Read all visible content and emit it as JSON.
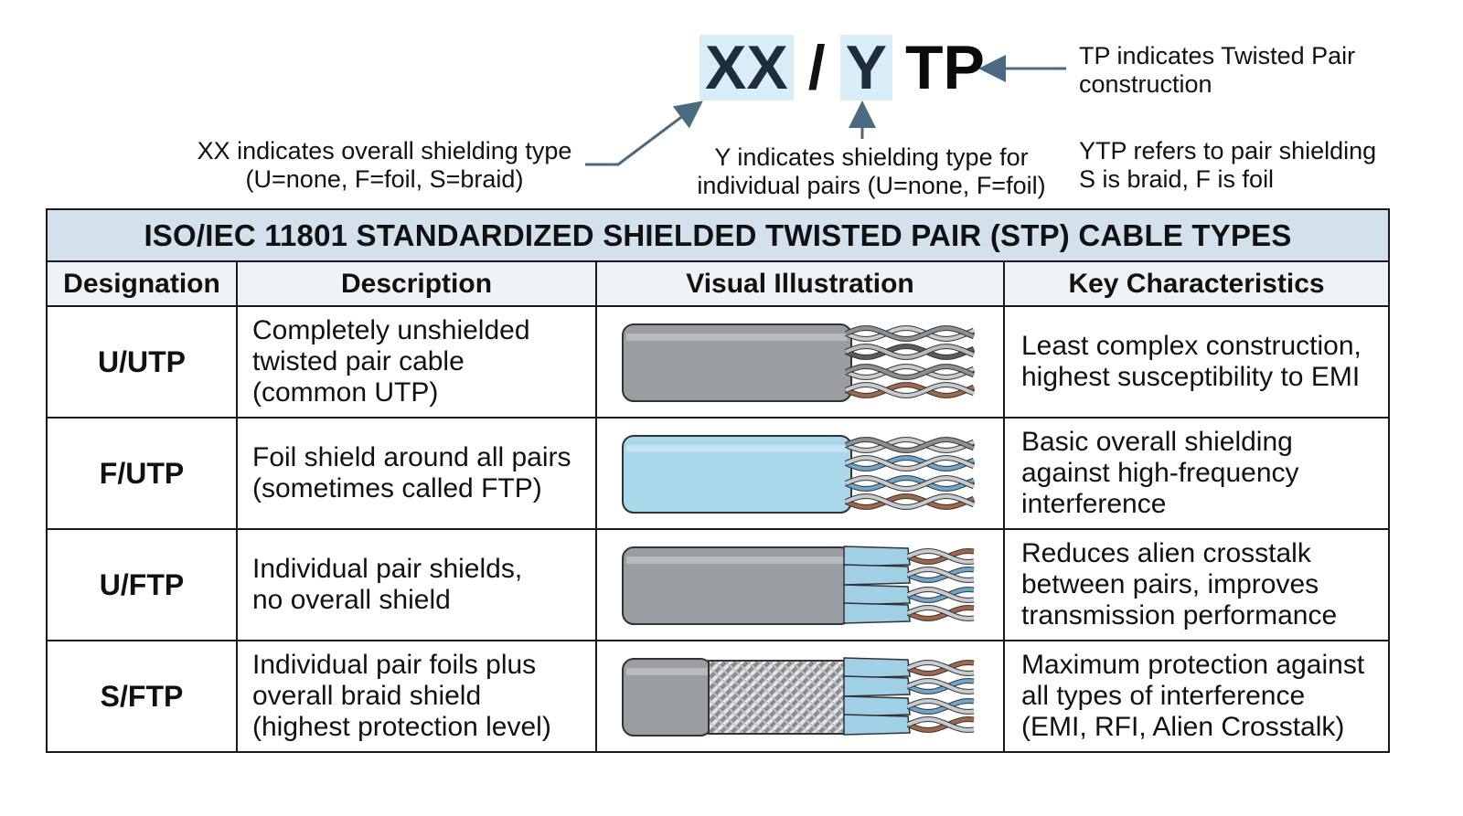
{
  "header": {
    "code_overall": "XX",
    "code_slash": "/",
    "code_pair": "Y",
    "code_tp": "TP",
    "annotations": {
      "tp": [
        "TP indicates Twisted Pair",
        "construction"
      ],
      "xx": [
        "XX indicates overall shielding type",
        "(U=none, F=foil, S=braid)"
      ],
      "y": [
        "Y indicates shielding type for",
        "individual pairs (U=none, F=foil)"
      ],
      "ytp": [
        "YTP refers to pair shielding",
        "S is braid, F is foil"
      ]
    }
  },
  "table": {
    "title": "ISO/IEC 11801 STANDARDIZED SHIELDED TWISTED PAIR (STP) CABLE TYPES",
    "columns": [
      "Designation",
      "Description",
      "Visual Illustration",
      "Key Characteristics"
    ],
    "rows": [
      {
        "designation": "U/UTP",
        "description": [
          "Completely unshielded",
          "twisted pair cable",
          "(common UTP)"
        ],
        "characteristics": [
          "Least complex construction,",
          "highest susceptibility to EMI"
        ]
      },
      {
        "designation": "F/UTP",
        "description": [
          "Foil shield around all pairs",
          "(sometimes called FTP)"
        ],
        "characteristics": [
          "Basic overall shielding",
          "against high-frequency",
          "interference"
        ]
      },
      {
        "designation": "U/FTP",
        "description": [
          "Individual pair shields,",
          "no overall shield"
        ],
        "characteristics": [
          "Reduces alien crosstalk",
          "between pairs, improves",
          "transmission performance"
        ]
      },
      {
        "designation": "S/FTP",
        "description": [
          "Individual pair foils plus",
          "overall braid shield",
          "(highest protection level)"
        ],
        "characteristics": [
          "Maximum protection against",
          "all types of interference",
          "(EMI, RFI, Alien Crosstalk)"
        ]
      }
    ]
  },
  "colors": {
    "accent": "#d9edf6",
    "title_bg": "#d3e1ec",
    "arrow": "#4a6a80",
    "jacket": "#9a9ea3",
    "foil": "#a9d8ea",
    "copper": "#a0674a"
  }
}
